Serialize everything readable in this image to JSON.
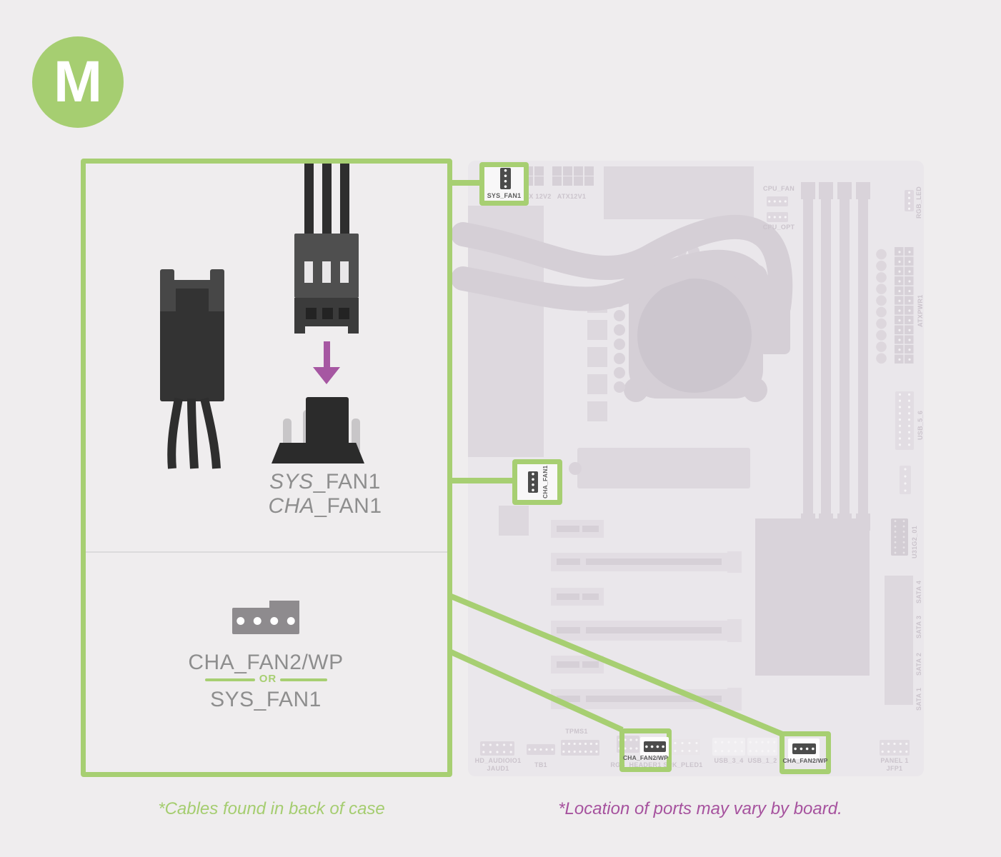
{
  "badge": {
    "letter": "M"
  },
  "panel": {
    "fan_label_1": {
      "italic": "SYS",
      "rest": "_FAN1"
    },
    "fan_label_2": {
      "italic": "CHA",
      "rest": "_FAN1"
    },
    "alt": {
      "label_top": "CHA_FAN2/WP",
      "or": "OR",
      "label_bottom": "SYS_FAN1"
    }
  },
  "captions": {
    "cables": "*Cables found in back of case",
    "ports": "*Location of ports may vary by board."
  },
  "board": {
    "highlights": {
      "sys_fan1": "SYS_FAN1",
      "cha_fan1": "CHA_FAN1",
      "cha_fan2_left": "CHA_FAN2/WP",
      "cha_fan2_right": "CHA_FAN2/WP"
    },
    "labels": {
      "atx12v2": "ATX 12V2",
      "atx12v1": "ATX12V1",
      "cpu_fan": "CPU_FAN",
      "cpu_opt": "CPU_OPT",
      "rgb_led": "RGB_LED",
      "atxpwr1": "ATXPWR1",
      "usb_5_6": "USB_5_6",
      "u31g2_01": "U31G2_01",
      "sata_4": "SATA 4",
      "sata_3": "SATA 3",
      "sata_2": "SATA 2",
      "sata_1": "SATA 1",
      "hd_audio": "HD_AUDIOIO1",
      "jaud1": "JAUD1",
      "tb1": "TB1",
      "tpms1": "TPMS1",
      "rgb_header1": "RGB_HEADER1",
      "spk_pled1": "SPK_PLED1",
      "usb_3_4": "USB_3_4",
      "usb_1_2": "USB_1_2",
      "panel_1": "PANEL 1",
      "jfp1": "JFP1"
    }
  },
  "colors": {
    "accent_green": "#a7cf72",
    "arrow_purple": "#a657a2",
    "caption_purple": "#a6529e"
  }
}
